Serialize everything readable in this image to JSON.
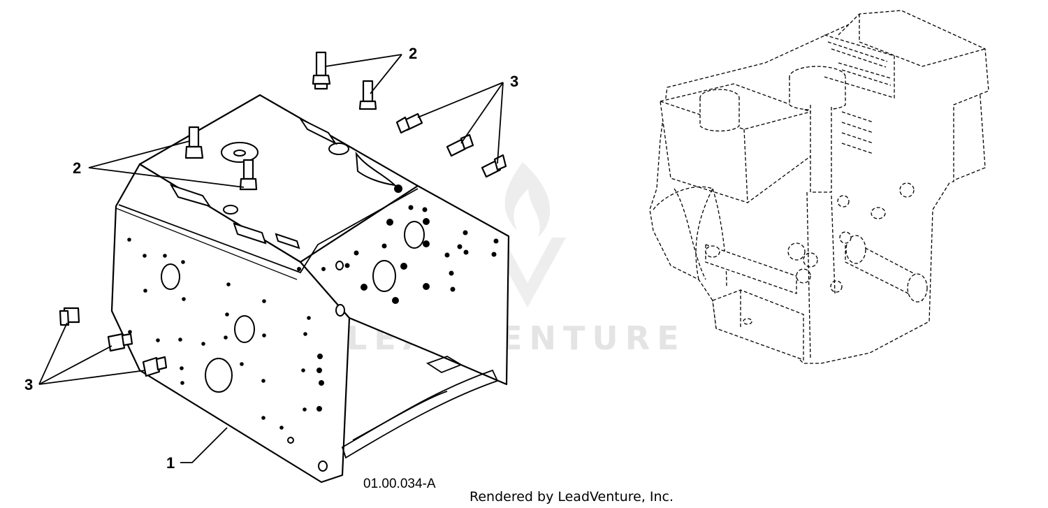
{
  "diagram": {
    "drawing_number": "01.00.034-A",
    "render_credit": "Rendered by LeadVenture, Inc.",
    "watermark": "LEADVENTURE",
    "callouts": [
      {
        "id": "callout-2-top",
        "label": "2"
      },
      {
        "id": "callout-3-right",
        "label": "3"
      },
      {
        "id": "callout-2-left",
        "label": "2"
      },
      {
        "id": "callout-3-left",
        "label": "3"
      },
      {
        "id": "callout-1",
        "label": "1"
      }
    ]
  }
}
